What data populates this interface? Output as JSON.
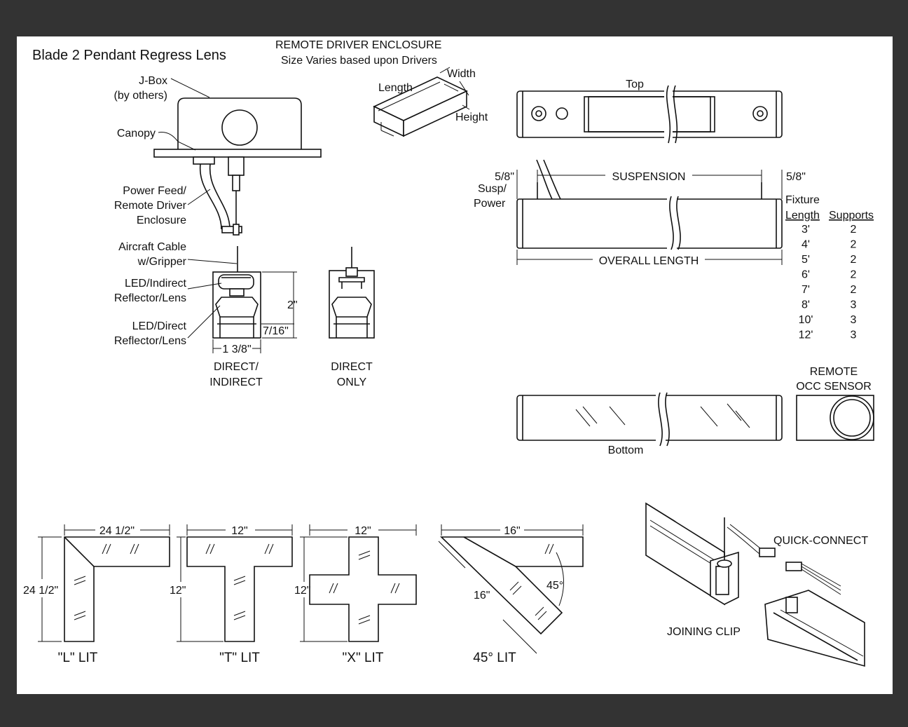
{
  "colors": {
    "page_background": "#333333",
    "sheet": "#ffffff",
    "ink": "#111111"
  },
  "title": "Blade 2 Pendant Regress Lens",
  "remote_driver": {
    "title": "REMOTE DRIVER ENCLOSURE",
    "subtitle": "Size Varies based upon Drivers",
    "length": "Length",
    "width": "Width",
    "height": "Height"
  },
  "callouts": {
    "jbox_1": "J-Box",
    "jbox_2": "(by others)",
    "canopy": "Canopy",
    "power_1": "Power Feed/",
    "power_2": "Remote Driver",
    "power_3": "Enclosure",
    "cable_1": "Aircraft Cable",
    "cable_2": "w/Gripper",
    "led_ind_1": "LED/Indirect",
    "led_ind_2": "Reflector/Lens",
    "led_dir_1": "LED/Direct",
    "led_dir_2": "Reflector/Lens"
  },
  "section_dims": {
    "height": "2\"",
    "offset": "7/16\"",
    "width": "1 3/8\""
  },
  "sections": {
    "direct_indirect_1": "DIRECT/",
    "direct_indirect_2": "INDIRECT",
    "direct_only_1": "DIRECT",
    "direct_only_2": "ONLY"
  },
  "views": {
    "top": "Top",
    "bottom": "Bottom"
  },
  "elevation": {
    "suspension": "SUSPENSION",
    "left_offset": "5/8\"",
    "right_offset": "5/8\"",
    "susp_1": "Susp/",
    "susp_2": "Power",
    "overall_length": "OVERALL LENGTH"
  },
  "supports_table": {
    "header_top": "Fixture",
    "col_length": "Length",
    "col_supports": "Supports",
    "rows": [
      {
        "length": "3'",
        "supports": "2"
      },
      {
        "length": "4'",
        "supports": "2"
      },
      {
        "length": "5'",
        "supports": "2"
      },
      {
        "length": "6'",
        "supports": "2"
      },
      {
        "length": "7'",
        "supports": "2"
      },
      {
        "length": "8'",
        "supports": "3"
      },
      {
        "length": "10'",
        "supports": "3"
      },
      {
        "length": "12'",
        "supports": "3"
      }
    ]
  },
  "occ_sensor": {
    "line_1": "REMOTE",
    "line_2": "OCC SENSOR"
  },
  "configurations": {
    "l_lit": {
      "label": "\"L\" LIT",
      "dim_top": "24 1/2\"",
      "dim_side": "24 1/2\""
    },
    "t_lit": {
      "label": "\"T\" LIT",
      "dim_top": "12\"",
      "dim_side": "12\""
    },
    "x_lit": {
      "label": "\"X\" LIT",
      "dim_top": "12\"",
      "dim_side": "12\""
    },
    "lit_45": {
      "label": "45° LIT",
      "dim_top": "16\"",
      "dim_diag": "16\"",
      "angle": "45°"
    }
  },
  "joining": {
    "quick_connect": "QUICK-CONNECT",
    "joining_clip": "JOINING CLIP"
  }
}
